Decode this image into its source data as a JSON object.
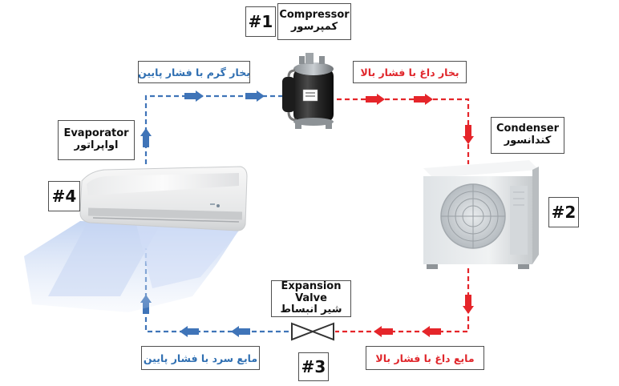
{
  "colors": {
    "hot_line": "#e5252a",
    "cold_line": "#3f74b8",
    "hot_text": "#e0262b",
    "cold_text": "#2f6fb2"
  },
  "components": {
    "compressor": {
      "number": "#1",
      "name_en": "Compressor",
      "name_fa": "کمپرسور"
    },
    "condenser": {
      "number": "#2",
      "name_en": "Condenser",
      "name_fa": "کندانسور"
    },
    "expansion_valve": {
      "number": "#3",
      "name_en": "Expansion Valve",
      "name_fa": "شیر انبساط"
    },
    "evaporator": {
      "number": "#4",
      "name_en": "Evaporator",
      "name_fa": "اواپراتور"
    }
  },
  "states": {
    "low_pressure_hot_vapor": "بخار گرم با فشار پایین",
    "high_pressure_hot_vapor": "بخار داغ با فشار بالا",
    "high_pressure_hot_liquid": "مایع داغ با فشار بالا",
    "low_pressure_cold_liquid": "مایع سرد با فشار پایین"
  },
  "icons": {
    "compressor": "compressor-unit-icon",
    "condenser": "outdoor-condenser-unit-icon",
    "evaporator": "indoor-split-unit-icon",
    "valve": "expansion-valve-symbol-icon",
    "arrow": "flow-arrow-icon"
  }
}
